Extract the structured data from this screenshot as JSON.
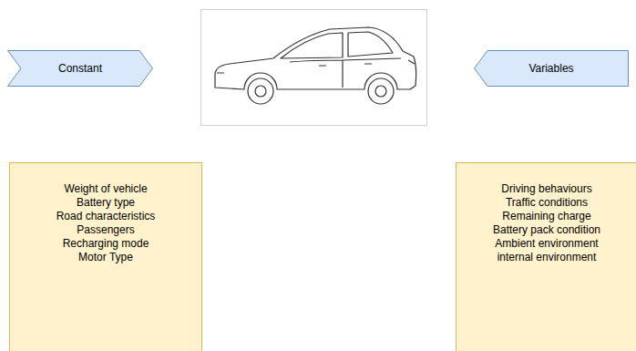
{
  "diagram": {
    "nodes": [
      {
        "text": [
          "Constant"
        ]
      },
      {
        "text": [
          "Variables"
        ]
      },
      {
        "text": [
          "Weight of vehicle",
          "Battery type",
          "Road characteristics",
          "Passengers",
          "Recharging mode",
          "Motor Type"
        ]
      },
      {
        "text": [
          "Driving behaviours",
          "Traffic conditions",
          "Remaining charge",
          "Battery pack condition",
          "Ambient environment",
          "internal environment"
        ]
      }
    ]
  }
}
